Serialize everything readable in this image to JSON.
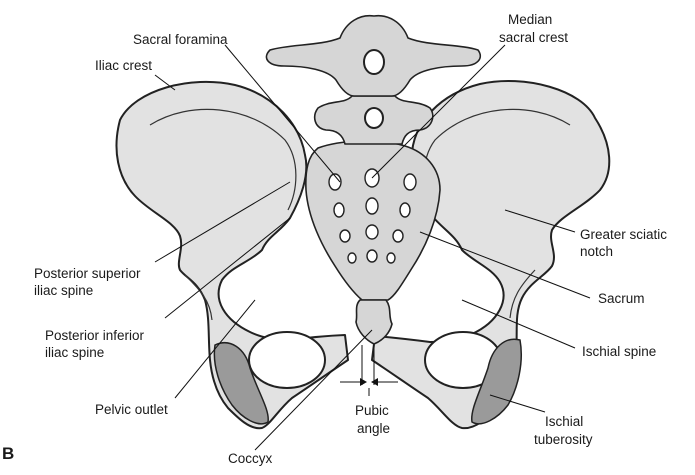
{
  "figure": {
    "panel_letter": "B",
    "labels": {
      "sacral_foramina": "Sacral foramina",
      "median_sacral_crest_1": "Median",
      "median_sacral_crest_2": "sacral crest",
      "iliac_crest": "Iliac crest",
      "greater_sciatic_notch_1": "Greater sciatic",
      "greater_sciatic_notch_2": "notch",
      "posterior_superior_iliac_spine_1": "Posterior superior",
      "posterior_superior_iliac_spine_2": "iliac spine",
      "sacrum": "Sacrum",
      "posterior_inferior_iliac_spine_1": "Posterior inferior",
      "posterior_inferior_iliac_spine_2": "iliac spine",
      "ischial_spine": "Ischial spine",
      "pelvic_outlet": "Pelvic outlet",
      "pubic_angle_1": "Pubic",
      "pubic_angle_2": "angle",
      "ischial_tuberosity_1": "Ischial",
      "ischial_tuberosity_2": "tuberosity",
      "coccyx": "Coccyx"
    }
  }
}
